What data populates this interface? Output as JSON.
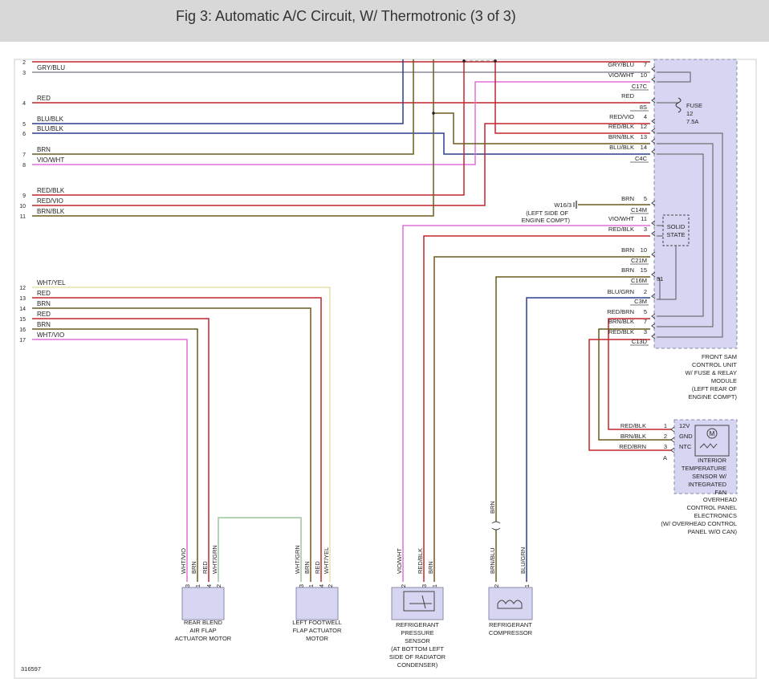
{
  "header": {
    "title": "Fig 3: Automatic A/C Circuit, W/ Thermotronic (3 of 3)"
  },
  "colors": {
    "RED": "#c0272d",
    "GRY": "#8c8c9c",
    "BLU": "#2b3f8f",
    "BRN": "#6b5a1e",
    "VIO": "#e070d8",
    "YEL": "#e6e2a8",
    "GRN": "#9cc49c",
    "BOX": "#d6d6f2",
    "BOXSTROKE": "#8888aa",
    "TEXT": "#222222"
  },
  "left_wires": [
    {
      "pin": "2",
      "label": "",
      "colors": [
        "RED"
      ]
    },
    {
      "pin": "3",
      "label": "GRY/BLU",
      "colors": [
        "GRY",
        "BLU"
      ]
    },
    {
      "pin": "4",
      "label": "RED",
      "colors": [
        "RED"
      ]
    },
    {
      "pin": "5",
      "label": "BLU/BLK",
      "colors": [
        "BLU"
      ]
    },
    {
      "pin": "6",
      "label": "BLU/BLK",
      "colors": [
        "BLU"
      ]
    },
    {
      "pin": "7",
      "label": "BRN",
      "colors": [
        "BRN"
      ]
    },
    {
      "pin": "8",
      "label": "VIO/WHT",
      "colors": [
        "VIO"
      ]
    },
    {
      "pin": "9",
      "label": "RED/BLK",
      "colors": [
        "RED"
      ]
    },
    {
      "pin": "10",
      "label": "RED/VIO",
      "colors": [
        "RED"
      ]
    },
    {
      "pin": "11",
      "label": "BRN/BLK",
      "colors": [
        "BRN"
      ]
    },
    {
      "pin": "12",
      "label": "WHT/YEL",
      "colors": [
        "YEL"
      ]
    },
    {
      "pin": "13",
      "label": "RED",
      "colors": [
        "RED"
      ]
    },
    {
      "pin": "14",
      "label": "BRN",
      "colors": [
        "BRN"
      ]
    },
    {
      "pin": "15",
      "label": "RED",
      "colors": [
        "RED"
      ]
    },
    {
      "pin": "16",
      "label": "BRN",
      "colors": [
        "BRN"
      ]
    },
    {
      "pin": "17",
      "label": "WHT/VIO",
      "colors": [
        "VIO"
      ]
    }
  ],
  "module_connections": [
    {
      "label": "GRY/BLU",
      "pin": "7"
    },
    {
      "label": "VIO/WHT",
      "pin": "10"
    },
    {
      "label": "RED",
      "pin": ""
    },
    {
      "label": "RED/VIO",
      "pin": "4"
    },
    {
      "label": "RED/BLK",
      "pin": "12"
    },
    {
      "label": "BRN/BLK",
      "pin": "13"
    },
    {
      "label": "BLU/BLK",
      "pin": "14"
    },
    {
      "label": "BRN",
      "pin": "5"
    },
    {
      "label": "VIO/WHT",
      "pin": "11"
    },
    {
      "label": "RED/BLK",
      "pin": "3"
    },
    {
      "label": "BRN",
      "pin": "10"
    },
    {
      "label": "BRN",
      "pin": "15"
    },
    {
      "label": "BLU/GRN",
      "pin": "2"
    },
    {
      "label": "RED/BRN",
      "pin": "5"
    },
    {
      "label": "BRN/BLK",
      "pin": "7"
    },
    {
      "label": "RED/BLK",
      "pin": "3"
    }
  ],
  "connector_ids": [
    "C17C",
    "8S",
    "C4C",
    "C14M",
    "C21M",
    "C16M",
    "C3M",
    "C13D"
  ],
  "fuse": {
    "label": "FUSE",
    "number": "12",
    "rating": "7.5A"
  },
  "ground": {
    "label": "W16/3",
    "location": [
      "(LEFT SIDE OF",
      "ENGINE COMPT)"
    ]
  },
  "solid_state": [
    "SOLID",
    "STATE"
  ],
  "pin_31": "31",
  "front_sam": [
    "FRONT SAM",
    "CONTROL UNIT",
    "W/ FUSE & RELAY",
    "MODULE",
    "(LEFT REAR OF",
    "ENGINE COMPT)"
  ],
  "sensor_wires": [
    {
      "label": "RED/BLK",
      "pin": "1",
      "term": "12V"
    },
    {
      "label": "BRN/BLK",
      "pin": "2",
      "term": "GND"
    },
    {
      "label": "RED/BRN",
      "pin": "3",
      "term": "NTC"
    }
  ],
  "sensor_connector": "A",
  "motor_symbol": "M",
  "sensor_caption": [
    "INTERIOR",
    "TEMPERATURE",
    "SENSOR W/",
    "INTEGRATED",
    "FAN"
  ],
  "overhead": [
    "OVERHEAD",
    "CONTROL PANEL",
    "ELECTRONICS",
    "(W/ OVERHEAD CONTROL",
    "PANEL W/O CAN)"
  ],
  "components": [
    {
      "name": [
        "REAR BLEND",
        "AIR FLAP",
        "ACTUATOR MOTOR"
      ],
      "pins": [
        {
          "pin": "3",
          "label": "WHT/VIO"
        },
        {
          "pin": "1",
          "label": "BRN"
        },
        {
          "pin": "4",
          "label": "RED"
        },
        {
          "pin": "2",
          "label": "WHT/GRN"
        }
      ]
    },
    {
      "name": [
        "LEFT FOOTWELL",
        "FLAP ACTUATOR",
        "MOTOR"
      ],
      "pins": [
        {
          "pin": "3",
          "label": "WHT/GRN"
        },
        {
          "pin": "1",
          "label": "BRN"
        },
        {
          "pin": "4",
          "label": "RED"
        },
        {
          "pin": "2",
          "label": "WHT/YEL"
        }
      ]
    },
    {
      "name": [
        "REFRIGERANT",
        "PRESSURE",
        "SENSOR",
        "(AT BOTTOM LEFT",
        "SIDE OF RADIATOR",
        "CONDENSER)"
      ],
      "pins": [
        {
          "pin": "2",
          "label": "VIO/WHT"
        },
        {
          "pin": "3",
          "label": "RED/BLK"
        },
        {
          "pin": "1",
          "label": "BRN"
        }
      ]
    },
    {
      "name": [
        "REFRIGERANT",
        "COMPRESSOR"
      ],
      "pins": [
        {
          "pin": "2",
          "label": "BRN/BLU"
        },
        {
          "pin": "1",
          "label": "BLU/GRN"
        }
      ],
      "upper_label": "BRN"
    }
  ],
  "doc_id": "316597"
}
